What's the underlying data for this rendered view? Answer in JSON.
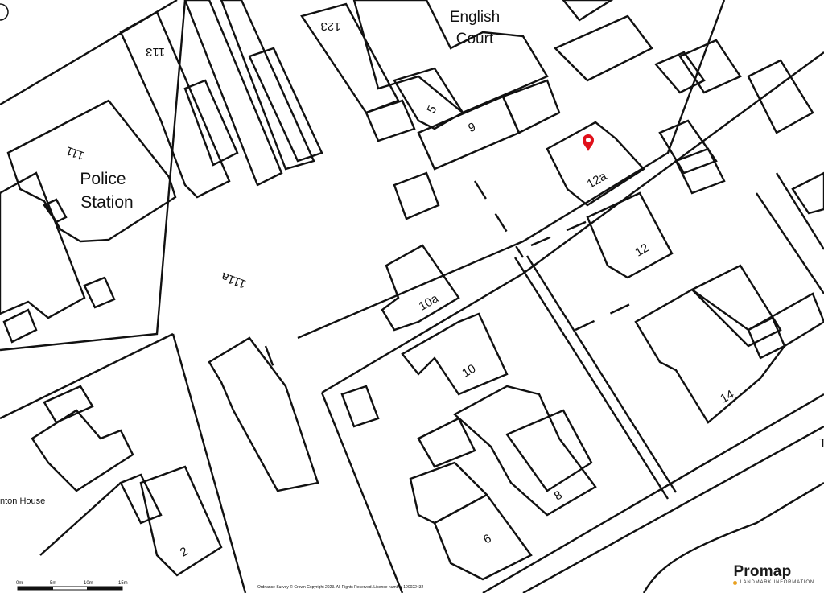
{
  "map": {
    "background": "#ffffff",
    "line_color": "#111111",
    "pin_color": "#e0101a",
    "pin_icon": "location-pin-icon",
    "labels": {
      "english_court_1": "English",
      "english_court_2": "Court",
      "police_1": "Police",
      "police_2": "Station",
      "house_name": "nton House",
      "n123": "123",
      "n113": "113",
      "n111": "111",
      "n111a": "111a",
      "n5": "5",
      "n9": "9",
      "n12a": "12a",
      "n12": "12",
      "n10a": "10a",
      "n10": "10",
      "n14": "14",
      "n8": "8",
      "n6": "6",
      "n2": "2",
      "edge_t": "T"
    }
  },
  "scale_bar": {
    "ticks": [
      "0m",
      "5m",
      "10m",
      "15m"
    ]
  },
  "copyright": "Ordnance Survey © Crown Copyright 2023. All Rights Reserved. Licence number 100022432",
  "brand": {
    "name": "Promap",
    "tagline": "LANDMARK INFORMATION",
    "accent": "#e8a020"
  }
}
